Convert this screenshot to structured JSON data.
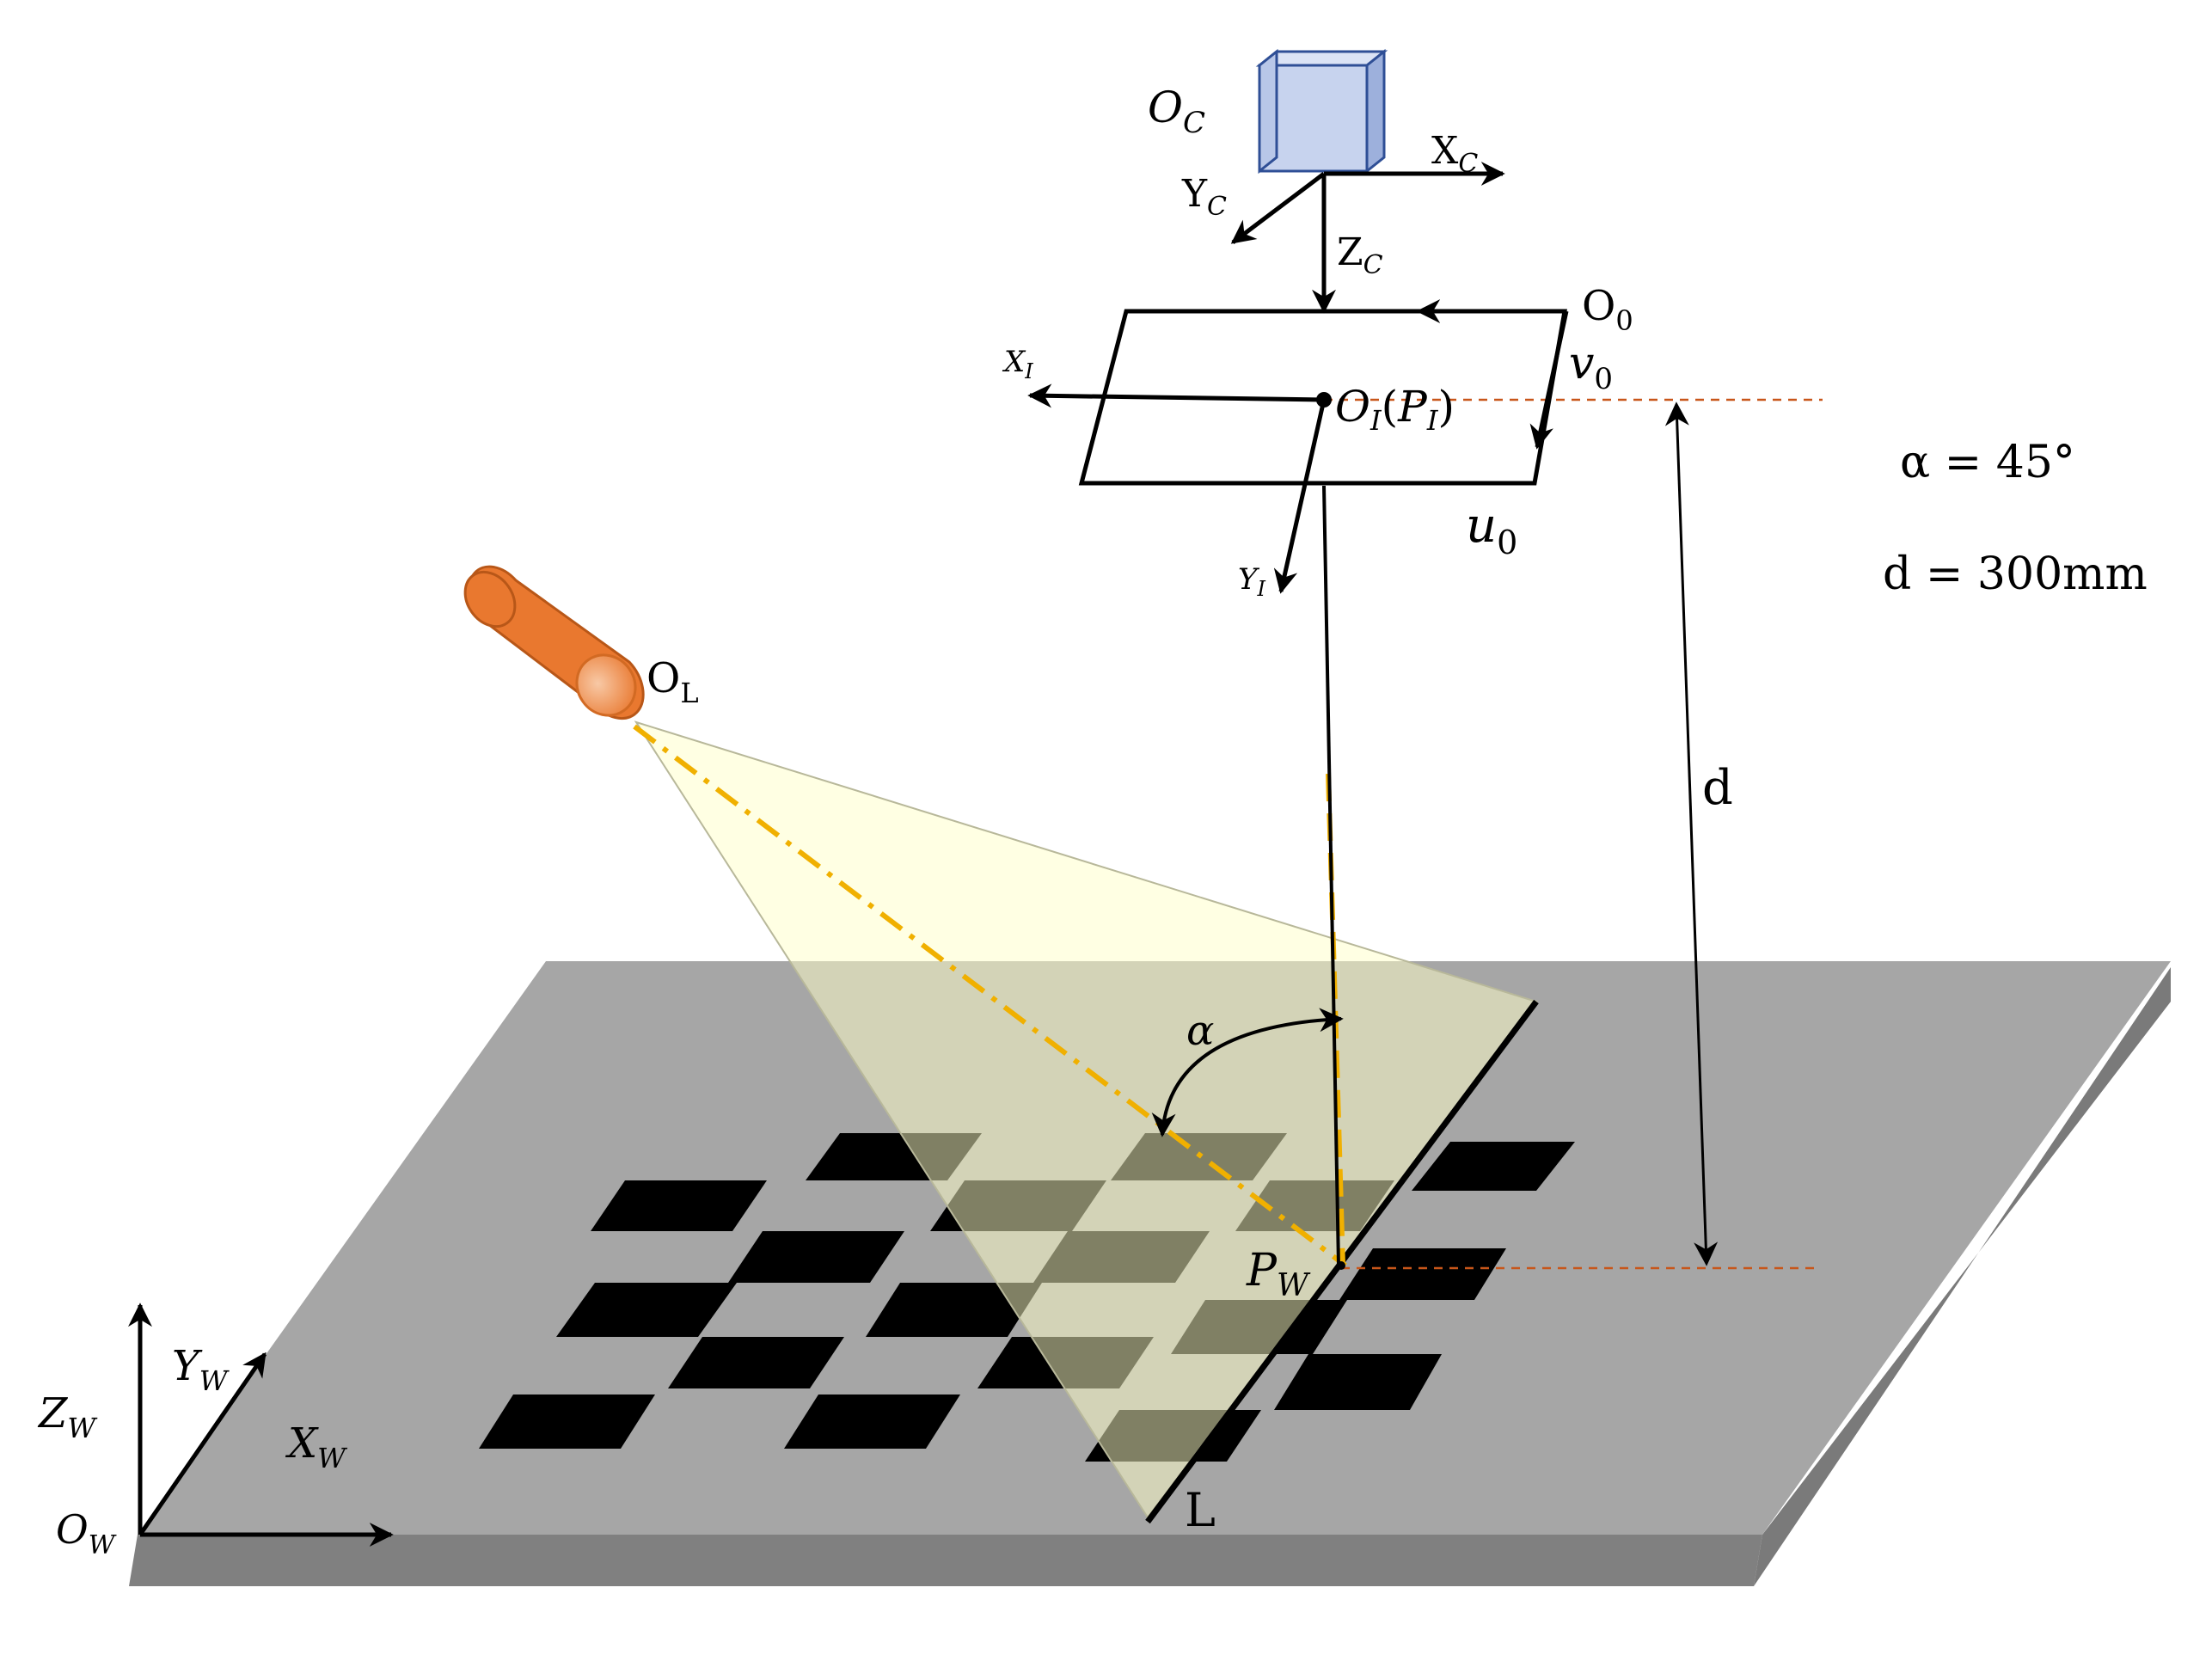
{
  "colors": {
    "plate_top": "#a6a6a6",
    "plate_side": "#7f7f7f",
    "plate_front": "#808080",
    "checker": "#000000",
    "light_fan": "#ffffc8",
    "laser_body": "#e9782f",
    "laser_cap": "#f2a26f",
    "camera_front": "#c7d3ee",
    "camera_side": "#9db0dc",
    "camera_edge": "#2f4f96",
    "laser_ray": "#f0b000",
    "reference_line": "#c8561a"
  },
  "icons": {
    "camera": "camera-cube-icon",
    "laser": "laser-cylinder-icon"
  },
  "parameters": {
    "alpha": "α = 45°",
    "distance": "d = 300mm"
  },
  "labels": {
    "camera_origin": {
      "main": "O",
      "sub": "C"
    },
    "camera_x": {
      "main": "X",
      "sub": "C"
    },
    "camera_y": {
      "main": "Y",
      "sub": "C"
    },
    "camera_z": {
      "main": "Z",
      "sub": "C"
    },
    "image_origin_o0": {
      "main": "O",
      "sub": "0"
    },
    "v0": {
      "main": "v",
      "sub": "0"
    },
    "u0": {
      "main": "u",
      "sub": "0"
    },
    "image_x": {
      "main": "X",
      "sub": "I"
    },
    "image_y": {
      "main": "Y",
      "sub": "I"
    },
    "image_center": {
      "o": "O",
      "osub": "I",
      "open": "(",
      "p": "P",
      "psub": "I",
      "close": ")"
    },
    "laser_origin": {
      "main": "O",
      "sub": "L"
    },
    "distance_d": "d",
    "angle_alpha": "α",
    "world_point": {
      "main": "P",
      "sub": "W"
    },
    "laser_line": "L",
    "world_z": {
      "main": "Z",
      "sub": "W"
    },
    "world_y": {
      "main": "Y",
      "sub": "W"
    },
    "world_x": {
      "main": "X",
      "sub": "W"
    },
    "world_origin": {
      "main": "O",
      "sub": "W"
    }
  }
}
